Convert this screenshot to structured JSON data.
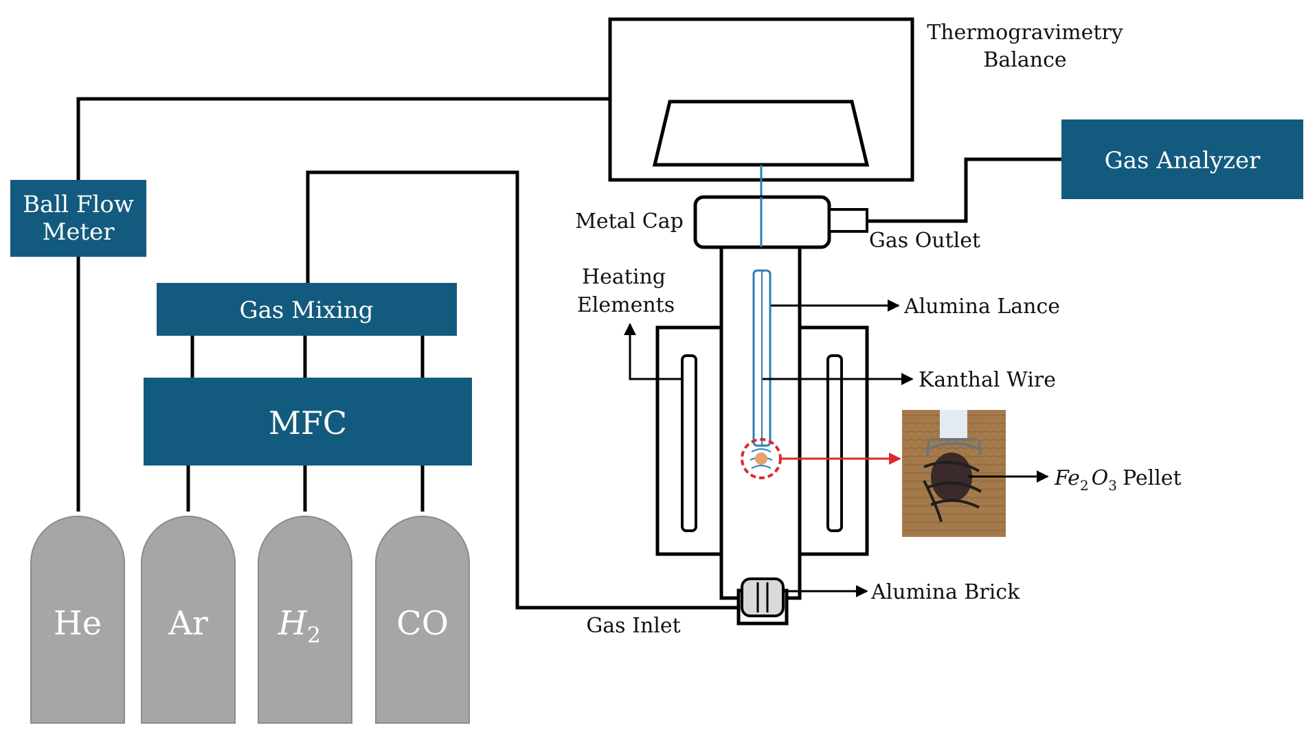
{
  "colors": {
    "box_fill": "#135b7e",
    "cylinder_fill": "#a6a6a6",
    "line": "#000000",
    "wire": "#2a7fb5",
    "highlight": "#e0262b",
    "pellet": "#e8a06e"
  },
  "labels": {
    "balance_line1": "Thermogravimetry",
    "balance_line2": "Balance",
    "metal_cap": "Metal Cap",
    "gas_outlet": "Gas Outlet",
    "heating_line1": "Heating",
    "heating_line2": "Elements",
    "alumina_lance": "Alumina Lance",
    "kanthal_wire": "Kanthal Wire",
    "pellet_formula": "Fe",
    "pellet_sub1": "2",
    "pellet_mid": "O",
    "pellet_sub2": "3",
    "pellet_word": "Pellet",
    "alumina_brick": "Alumina Brick",
    "gas_inlet": "Gas Inlet"
  },
  "boxes": {
    "gas_analyzer": "Gas Analyzer",
    "ball_flow_line1": "Ball Flow",
    "ball_flow_line2": "Meter",
    "gas_mixing": "Gas Mixing",
    "mfc": "MFC"
  },
  "cylinders": [
    {
      "label": "He"
    },
    {
      "label": "Ar"
    },
    {
      "label": "H",
      "sub": "2"
    },
    {
      "label": "CO"
    }
  ],
  "photo": {
    "icon": "pellet-photo"
  }
}
